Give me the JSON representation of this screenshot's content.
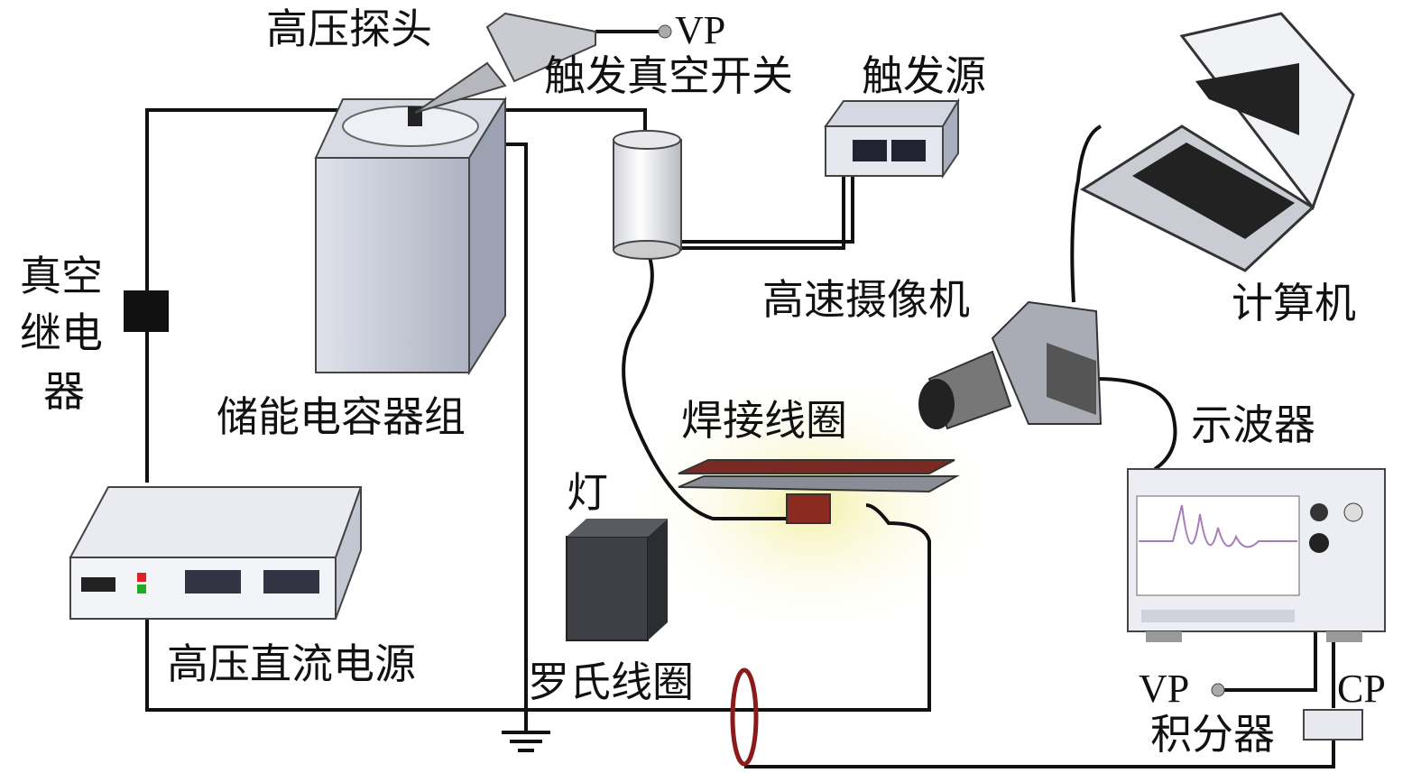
{
  "labels": {
    "hv_probe": "高压探头",
    "vp_top": "VP",
    "trigger_vacuum_switch": "触发真空开关",
    "trigger_source": "触发源",
    "vacuum_relay": [
      "真空",
      "继电",
      "器"
    ],
    "capacitor_bank": "储能电容器组",
    "high_speed_camera": "高速摄像机",
    "computer": "计算机",
    "welding_coil": "焊接线圈",
    "oscilloscope": "示波器",
    "lamp": "灯",
    "hv_dc_supply": "高压直流电源",
    "rogowski_coil": "罗氏线圈",
    "vp_bottom": "VP",
    "cp": "CP",
    "integrator": "积分器"
  },
  "colors": {
    "wire": "#111111",
    "rogowski": "#8b1a1a",
    "coil_plate": "#7a2a22",
    "lamp_glow": "#f3efb0",
    "device_body": "#e4e6ee",
    "capacitor": "#c8ccd8"
  }
}
